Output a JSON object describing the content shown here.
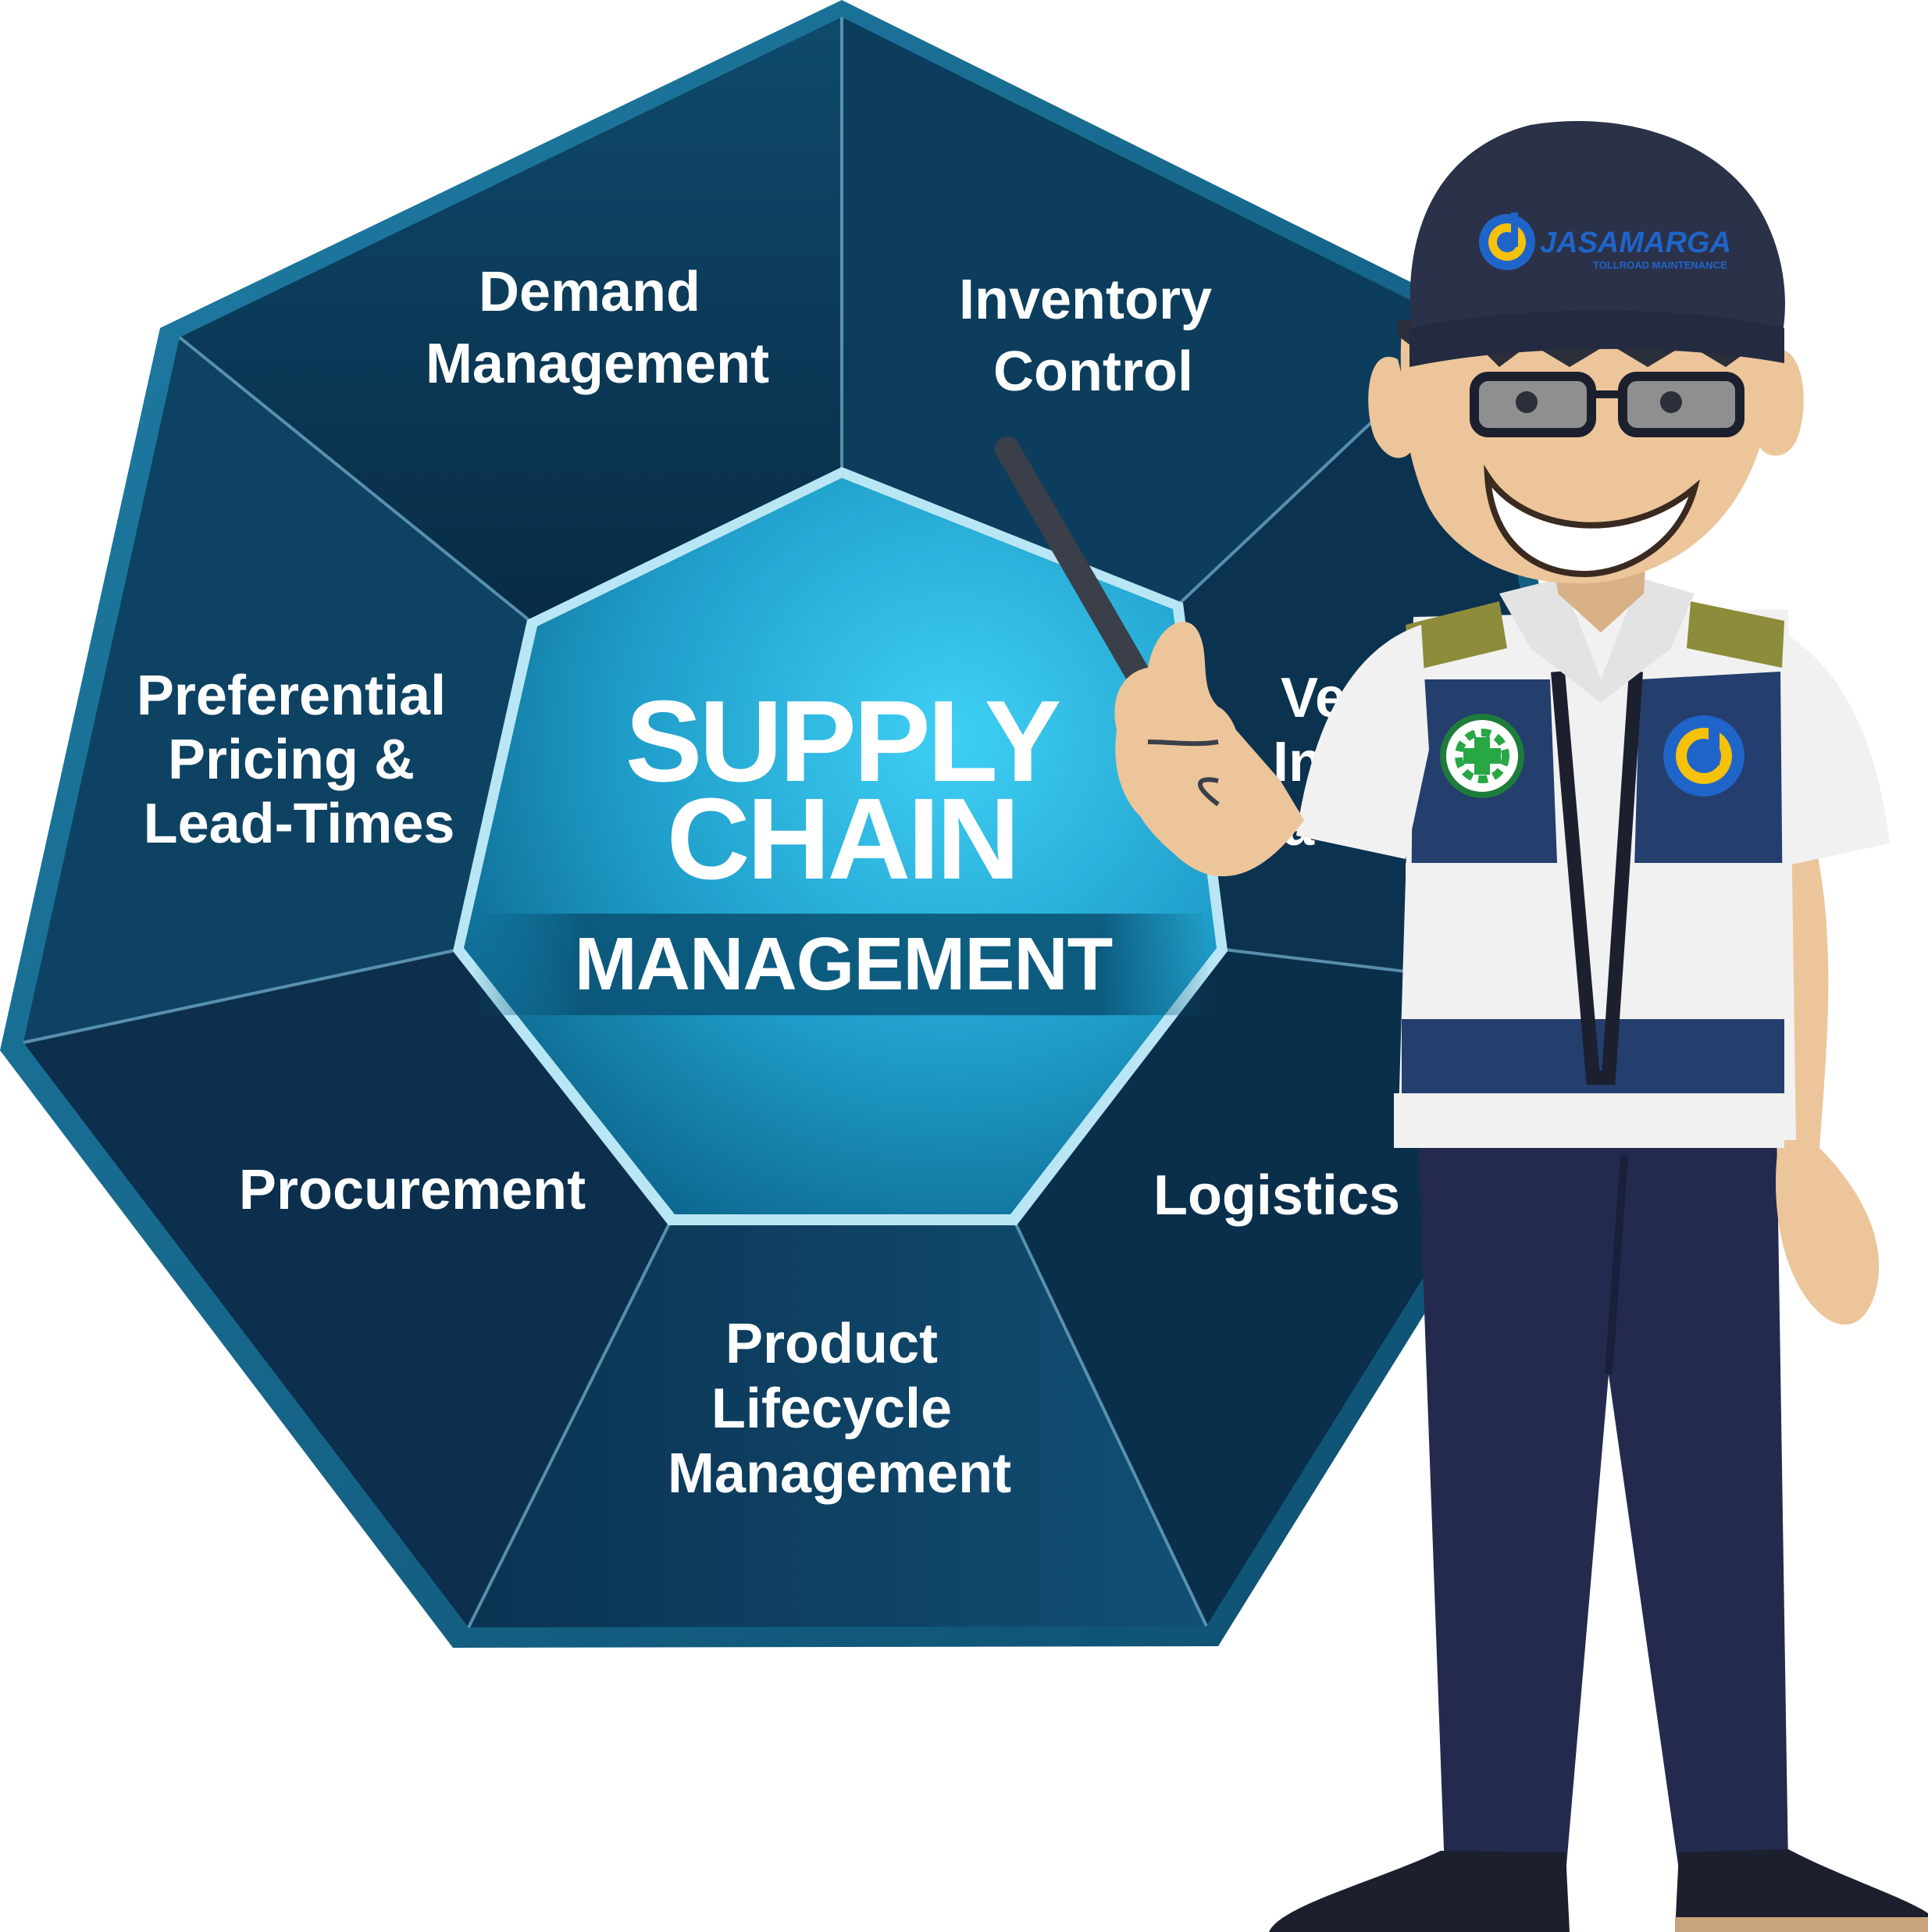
{
  "diagram": {
    "hub": {
      "line1": "SUPPLY",
      "line2": "CHAIN",
      "line3": "MANAGEMENT"
    },
    "segments": [
      {
        "lines": [
          "Demand",
          "Management"
        ]
      },
      {
        "lines": [
          "Inventory",
          "Control"
        ]
      },
      {
        "lines": [
          "Ve",
          "In",
          "Pa"
        ]
      },
      {
        "lines": [
          "Logistics"
        ]
      },
      {
        "lines": [
          "Product",
          "Lifecycle",
          "Management"
        ]
      },
      {
        "lines": [
          "Procurement"
        ]
      },
      {
        "lines": [
          "Preferential",
          "Pricing &",
          "Lead-Times"
        ]
      }
    ]
  },
  "mascot": {
    "cap_logo_text": "JASAMARGA",
    "cap_logo_subtext": "TOLLROAD MAINTENANCE"
  },
  "colors": {
    "segment_dark": "#0b2c47",
    "segment_mid": "#0f4466",
    "frame_light": "#1a6f94",
    "hub_light": "#33c3ee",
    "hub_dark": "#0d6f96",
    "cap_navy": "#2b3148",
    "skin": "#ecc59a",
    "vest_navy": "#243e6e",
    "shirt_white": "#f1f1f1",
    "logo_yellow": "#f5c10a",
    "logo_blue": "#1f64c8"
  }
}
